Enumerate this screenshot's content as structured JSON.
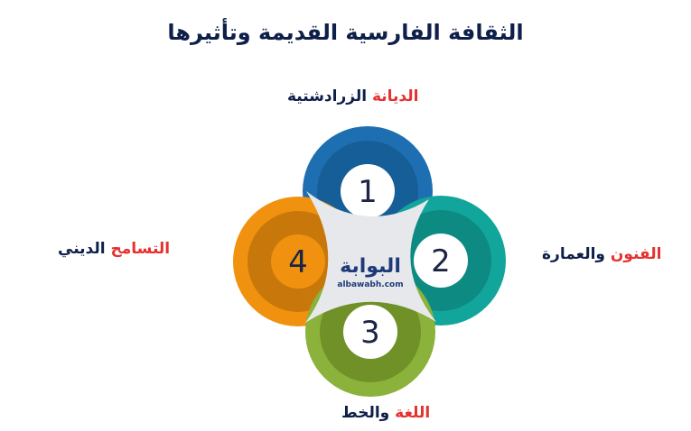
{
  "title": "الثقافة الفارسية القديمة وتأثيرها",
  "items": [
    {
      "number": "1",
      "highlight": "الديانة",
      "rest": "الزرادشتية",
      "color": "#1d6fb2"
    },
    {
      "number": "2",
      "highlight": "الفنون",
      "rest": "والعمارة",
      "color": "#12a59b"
    },
    {
      "number": "3",
      "highlight": "اللغة",
      "rest": "والخط",
      "color": "#8bb23a"
    },
    {
      "number": "4",
      "highlight": "التسامح",
      "rest": "الديني",
      "color": "#f0920f"
    }
  ],
  "logo": {
    "arabic": "البوابة",
    "latin": "albawabh.com"
  }
}
